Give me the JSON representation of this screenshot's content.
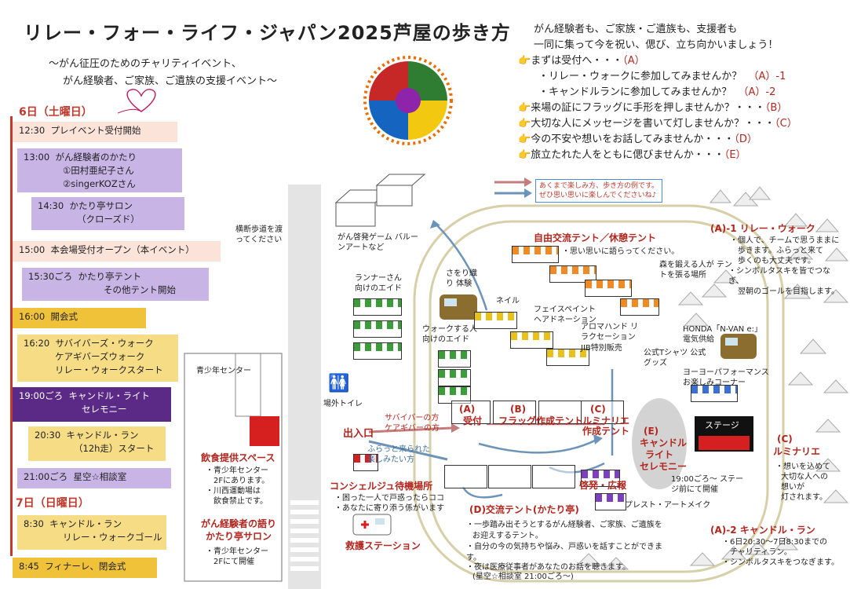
{
  "title": "リレー・フォー・ライフ・ジャパン2025芦屋の歩き方",
  "subtitle1": "〜がん征圧のためのチャリティイベント、",
  "subtitle2": "がん経験者、ご家族、ご遺族の支援イベント〜",
  "day1": "6日（土曜日）",
  "day2": "7日（日曜日）",
  "schedule": [
    {
      "time": "12:30",
      "text": "プレイベント受付開始"
    },
    {
      "time": "13:00",
      "text": "がん経験者のかたり",
      "sub1": "①田村亜紀子さん",
      "sub2": "②singerKOZさん"
    },
    {
      "time": "14:30",
      "text": "かたり亭サロン",
      "sub1": "（クローズド）"
    },
    {
      "time": "15:00",
      "text": "本会場受付オープン（本イベント）"
    },
    {
      "time": "15:30ごろ",
      "text": "かたり亭テント",
      "sub1": "その他テント開始"
    },
    {
      "time": "16:00",
      "text": "開会式"
    },
    {
      "time": "16:20",
      "text": "サバイバーズ・ウォーク",
      "sub1": "ケアギバーズウォーク",
      "sub2": "リレー・ウォークスタート"
    },
    {
      "time": "19:00ごろ",
      "text": "キャンドル・ライト",
      "sub1": "セレモニー"
    },
    {
      "time": "20:30",
      "text": "キャンドル・ラン",
      "sub1": "（12h走）スタート"
    },
    {
      "time": "21:00ごろ",
      "text": "星空☆相談室"
    },
    {
      "time": "8:30",
      "text": "キャンドル・ラン",
      "sub1": "リレー・ウォークゴール"
    },
    {
      "time": "8:45",
      "text": "フィナーレ、閉会式"
    }
  ],
  "messages": [
    {
      "text": "がん経験者も、ご家族・ご遺族も、支援者も"
    },
    {
      "text": "一同に集って今を祝い、偲び、立ち向かいましょう！"
    },
    {
      "text": "まずは受付へ・・・",
      "tag": "（A）"
    },
    {
      "text": "・リレー・ウォークに参加してみませんか？",
      "tag": "（A）-1"
    },
    {
      "text": "・キャンドルランに参加してみませんか？",
      "tag": "（A）-2"
    },
    {
      "text": "来場の証にフラッグに手形を押しませんか？・・・",
      "tag": "（B）"
    },
    {
      "text": "大切な人にメッセージを書いて灯しませんか？・・・",
      "tag": "（C）"
    },
    {
      "text": "今の不安や想いをお話してみませんか・・・",
      "tag": "（D）"
    },
    {
      "text": "旅立たれた人をともに偲びませんか・・・",
      "tag": "（E）"
    }
  ],
  "legend": {
    "line1": "あくまで楽しみ方、歩き方の例です。",
    "line2": "ぜひ思い思いに楽しんでくださいね♪"
  },
  "map": {
    "crosswalk": "横断歩道を渡ってください",
    "youth_center": "青少年センター",
    "toilet": "場外トイレ",
    "entrance": "出入口",
    "balloon": "がん啓発ゲーム バルーンアートなど",
    "runner_aid": "ランナーさん 向けのエイド",
    "walker_aid": "ウォークする人 向けのエイド",
    "nature_ride": "さをり織り 体験",
    "nail": "ネイル",
    "face_paint": "フェイスペイント ヘアドネーション",
    "aroma": "アロマハンド リラクセーション",
    "jib": "JIB特別販売",
    "official": "公式Tシャツ 公式グッズ",
    "free_tent": "自由交流テント／休憩テント",
    "free_note": "・思い思いに語らってください。",
    "bolt": "森を鍛える人が テントを張る場所",
    "honda": "HONDA「N-VAN e:」電気供給",
    "yoyo": "ヨーヨーパフォーマンス お楽しみコーナー",
    "stage": "ステージ",
    "survivors_left": "サバイバーの方 ケアギバーの方",
    "fura": "ふらっと来られた 楽しみたい方",
    "A": "(A)",
    "A_label": "受付",
    "B": "(B)",
    "B_label": "フラッグ作成テント",
    "C": "(C)",
    "C_label": "ルミナリエ作成テント",
    "E": "(E)",
    "E_label1": "キャンドル",
    "E_label2": "ライト",
    "E_label3": "セレモニー",
    "E_note": "19:00ごろ〜 ステージ前にて開催",
    "keihatsu": "啓発・広報",
    "present": "プレスト・アートメイク",
    "concierge": "コンシェルジュ待機場所",
    "concierge_note1": "・困った一人で戸惑ったらココ",
    "concierge_note2": "・あなたに寄り添う係がいます",
    "ambulance": "救護ステーション",
    "food": "飲食提供スペース",
    "food_n1": "・青少年センター",
    "food_n2": "2Fにあります。",
    "food_n3": "・川西運動場は",
    "food_n4": "飲食禁止です。",
    "salon": "がん経験者の語り",
    "salon2": "かたり亭サロン",
    "salon_n1": "・青少年センター",
    "salon_n2": "2Fにて開催",
    "D_title": "(D)交流テント(かたり亭)",
    "D_n1": "・一歩踏み出そうとするがん経験者、ご家族、ご遺族を",
    "D_n2": "お迎えするテント。",
    "D_n3": "・自分の今の気持ちや悩み、戸惑いを話すことができま",
    "D_n4": "す。",
    "D_n5": "・夜は医療従事者があなたのお話を聴きます。",
    "D_n6": "(星空☆相談室 21:00ごろ〜)",
    "A1_title": "(A)-1 リレー・ウォーク",
    "A1_n1": "・個人で、チームで思うままに",
    "A1_n2": "歩きます。ふらっと来て",
    "A1_n3": "歩くのも大丈夫です。",
    "A1_n4": "・シンボルタスキを皆でつな",
    "A1_n5": "ぎ、",
    "A1_n6": "翌朝のゴールを目指します。",
    "C_title": "(C)",
    "C_sub": "ルミナリエ",
    "C_n1": "・想いを込めて",
    "C_n2": "大切な人への",
    "C_n3": "想いが",
    "C_n4": "灯されます。",
    "A2_title": "(A)-2 キャンドル・ラン",
    "A2_n1": "・6日20:30〜7日8:30までの",
    "A2_n2": "チャリティラン。",
    "A2_n3": "・シンボルタスキをつなぎます。"
  }
}
